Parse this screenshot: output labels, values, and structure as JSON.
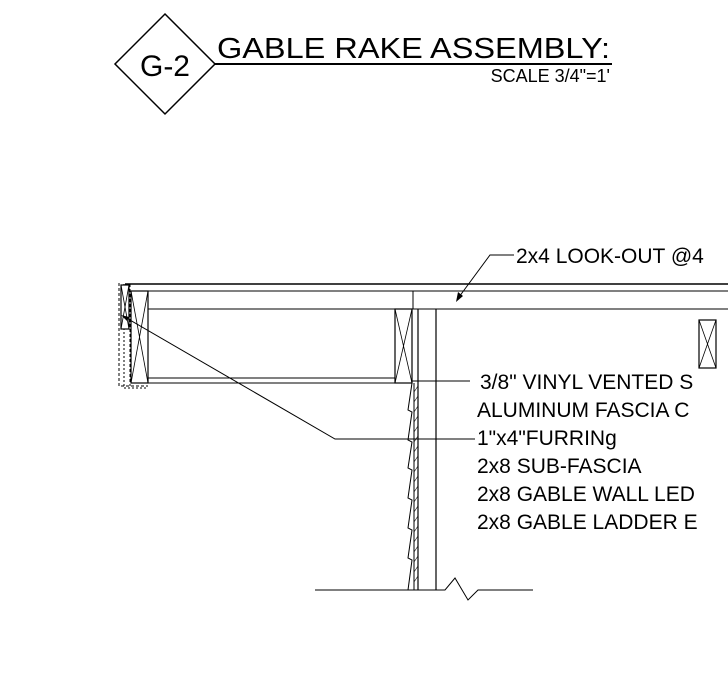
{
  "detail": {
    "tag": "G-2",
    "title": "GABLE RAKE ASSEMBLY:",
    "scale": "SCALE  3/4\"=1'"
  },
  "callouts": {
    "lookout": "2x4 LOOK-OUT @4",
    "soffit": "3/8\" VINYL VENTED  S",
    "fascia": "ALUMINUM FASCIA C",
    "furring": "1\"x4\"FURRINg",
    "sub_fascia": "2x8 SUB-FASCIA",
    "ledger": "2x8 GABLE WALL LED",
    "ladder": "2x8 GABLE LADDER E"
  }
}
